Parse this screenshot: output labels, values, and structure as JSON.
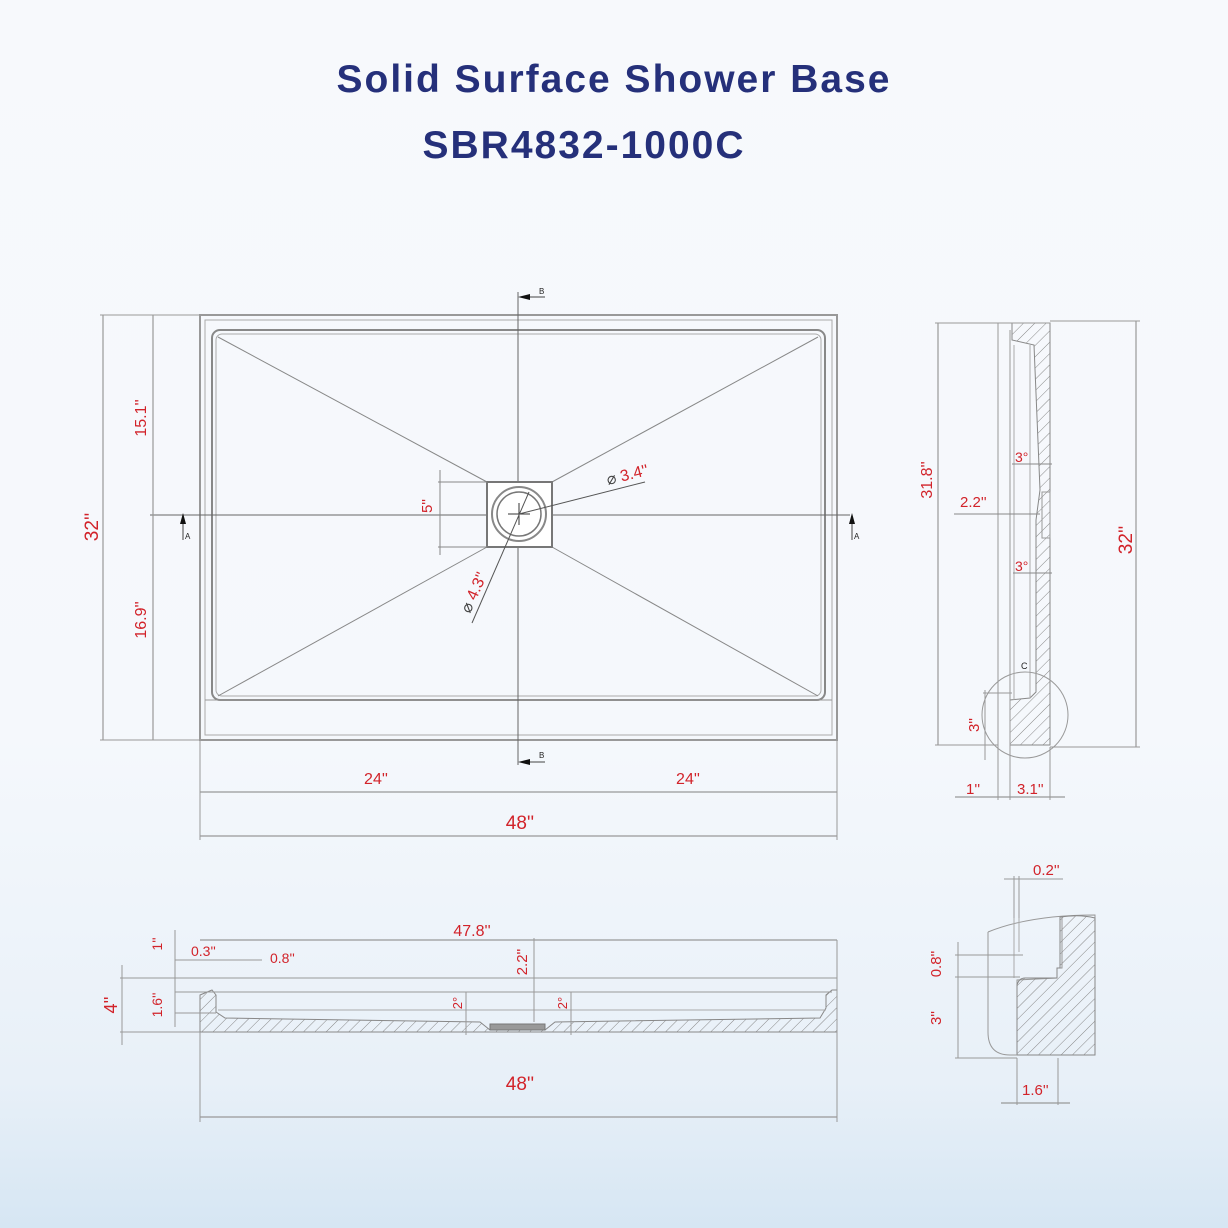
{
  "header": {
    "title": "Solid Surface Shower Base",
    "model": "SBR4832-1000C"
  },
  "colors": {
    "title": "#25307a",
    "dimension_text": "#d2232a",
    "line": "#777777",
    "background_top": "#f7f9fc",
    "background_bottom": "#d6e6f3"
  },
  "plan_view": {
    "overall_width": "48''",
    "half_width_left": "24''",
    "half_width_right": "24''",
    "overall_depth": "32''",
    "depth_top_to_drain": "15.1''",
    "depth_drain_to_bottom": "16.9''",
    "drain_square": "5''",
    "drain_inner_diameter": "3.4''",
    "drain_outer_diameter": "4.3''",
    "diameter_symbol": "⌀",
    "section_marker_a": "A",
    "section_marker_b": "B"
  },
  "side_section_view": {
    "overall_height": "32''",
    "inner_height": "31.8''",
    "slope_top": "3°",
    "slope_bottom": "3°",
    "drain_depth": "2.2''",
    "threshold_height": "3''",
    "lip_width": "1''",
    "threshold_width": "3.1''",
    "detail_marker": "C"
  },
  "front_section_view": {
    "overall_width": "48''",
    "inner_width": "47.8''",
    "overall_height": "4''",
    "wall_lip": "1''",
    "lip_step": "0.3''",
    "lip_width": "0.8''",
    "wall_inner_height": "1.6''",
    "drain_depth": "2.2''",
    "slope_left": "2°",
    "slope_right": "2°"
  },
  "detail_c": {
    "groove_width": "0.2''",
    "groove_height": "0.8''",
    "threshold_height": "3''",
    "threshold_width": "1.6''"
  }
}
